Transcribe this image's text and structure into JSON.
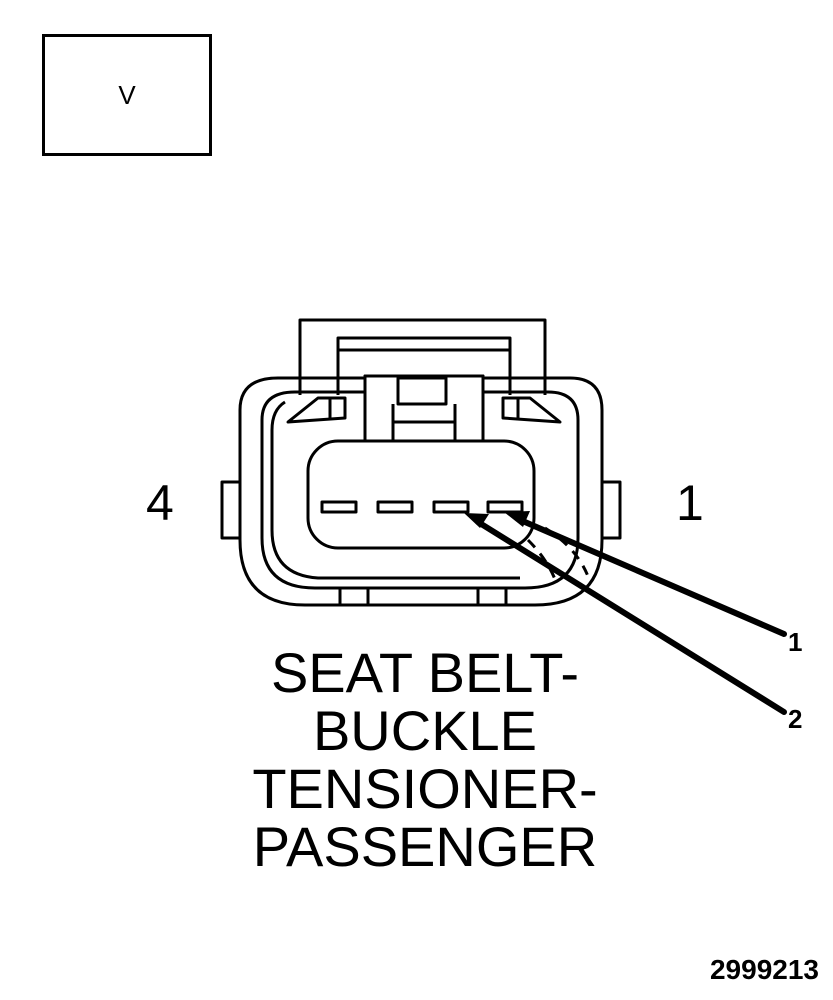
{
  "view_letter": "V",
  "pin_left": "4",
  "pin_right": "1",
  "callouts": [
    "1",
    "2"
  ],
  "title_lines": [
    "SEAT BELT-",
    "BUCKLE",
    "TENSIONER-",
    "PASSENGER"
  ],
  "figure_id": "2999213"
}
